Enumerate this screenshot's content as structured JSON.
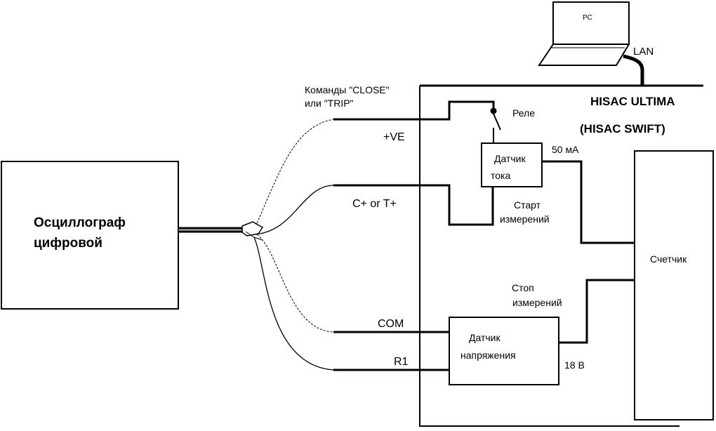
{
  "labels": {
    "pc": "PC",
    "lan": "LAN",
    "device_title": "HISAC ULTIMA",
    "device_subtitle": "(HISAC SWIFT)",
    "commands_line1": "Команды \"CLOSE\"",
    "commands_line2": "или \"TRIP\"",
    "plus_ve": "+VE",
    "relay": "Реле",
    "current_sensor_line1": "Датчик",
    "current_sensor_line2": "тока",
    "current_value": "50 мА",
    "c_or_t": "C+ or T+",
    "start_line1": "Старт",
    "start_line2": "измерений",
    "oscilloscope_line1": "Осциллограф",
    "oscilloscope_line2": "цифровой",
    "counter": "Счетчик",
    "stop_line1": "Стоп",
    "stop_line2": "измерений",
    "com": "COM",
    "voltage_sensor_line1": "Датчик",
    "voltage_sensor_line2": "напряжения",
    "r1": "R1",
    "voltage_value": "18 В"
  },
  "colors": {
    "line": "#000000",
    "background": "#ffffff"
  }
}
